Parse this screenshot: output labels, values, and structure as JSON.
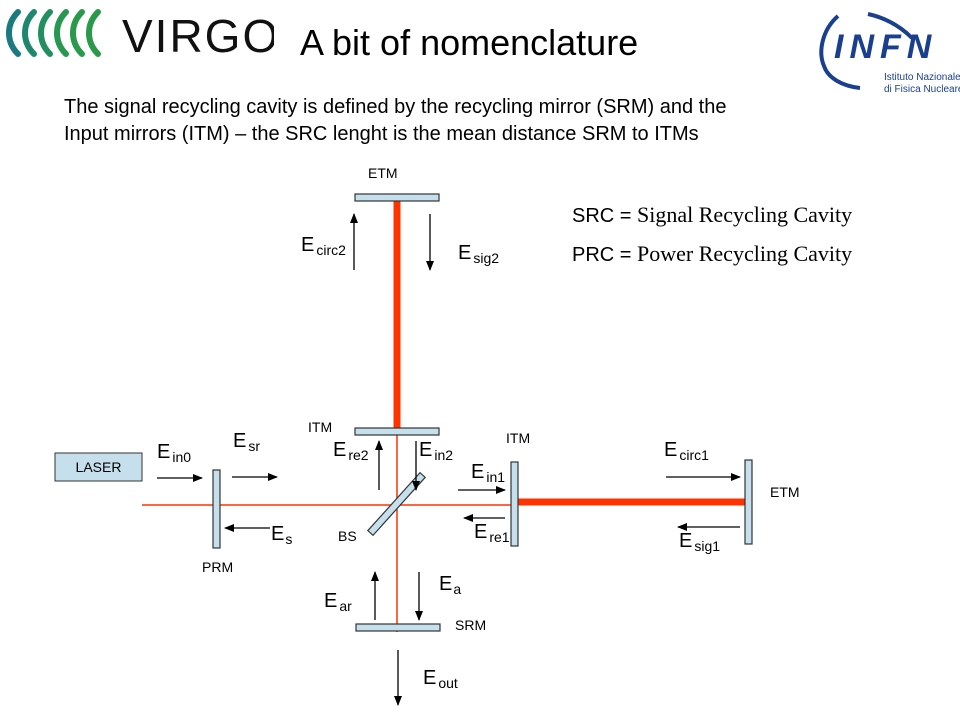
{
  "title": "A bit of nomenclature",
  "intro": "The signal recycling cavity is defined by the recycling mirror (SRM) and the\nInput mirrors (ITM) – the SRC lenght is the mean distance SRM to ITMs",
  "definitions": [
    {
      "abbr": "SRC",
      "eq": " = ",
      "full": "Signal Recycling Cavity"
    },
    {
      "abbr": "PRC",
      "eq": " = ",
      "full": "Power Recycling Cavity"
    }
  ],
  "logos": {
    "virgo": "VIRGO",
    "infn": "INFN",
    "infn_line1": "Istituto Nazionale",
    "infn_line2": "di Fisica Nucleare"
  },
  "labels": {
    "laser": "LASER",
    "prm": "PRM",
    "bs": "BS",
    "srm": "SRM",
    "itm_top": "ITM",
    "itm_right": "ITM",
    "etm_top": "ETM",
    "etm_right": "ETM"
  },
  "fields": {
    "ein0": {
      "main": "E",
      "sub": "in0"
    },
    "esr": {
      "main": "E",
      "sub": "sr"
    },
    "es": {
      "main": "E",
      "sub": "s"
    },
    "ere2": {
      "main": "E",
      "sub": "re2"
    },
    "ein2": {
      "main": "E",
      "sub": "in2"
    },
    "ein1": {
      "main": "E",
      "sub": "in1"
    },
    "ere1": {
      "main": "E",
      "sub": "re1"
    },
    "ecirc1": {
      "main": "E",
      "sub": "circ1"
    },
    "esig1": {
      "main": "E",
      "sub": "sig1"
    },
    "ecirc2": {
      "main": "E",
      "sub": "circ2"
    },
    "esig2": {
      "main": "E",
      "sub": "sig2"
    },
    "ea": {
      "main": "E",
      "sub": "a"
    },
    "ear": {
      "main": "E",
      "sub": "ar"
    },
    "eout": {
      "main": "E",
      "sub": "out"
    }
  },
  "colors": {
    "beam": "#ff3300",
    "mirror_fill": "#c5e0ec",
    "mirror_stroke": "#333333",
    "virgo_teal": "#1a7a7f",
    "virgo_green": "#2a9a4a",
    "infn_blue": "#1b3f8f"
  }
}
